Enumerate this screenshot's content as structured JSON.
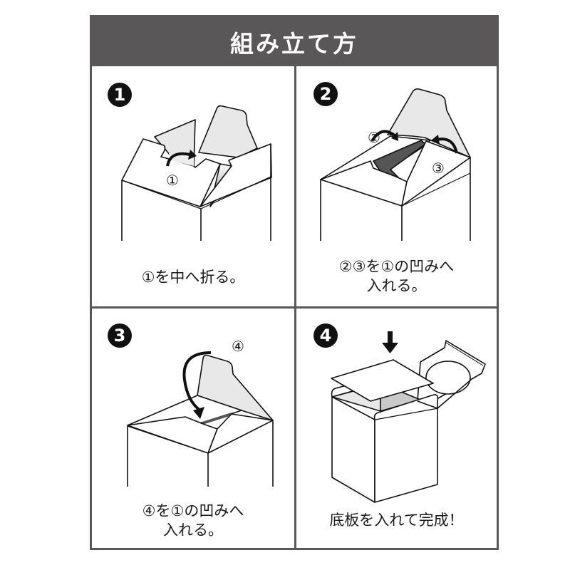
{
  "header": {
    "title": "組み立て方"
  },
  "colors": {
    "header_bg": "#595757",
    "header_text": "#ffffff",
    "grid_line": "#595757",
    "badge_bg": "#111111",
    "flap_fill": "#e8e8e8",
    "slot_fill": "#555555"
  },
  "steps": [
    {
      "number": "1",
      "badge_icon": "circled-number-1-icon",
      "labels": [
        "①"
      ],
      "caption": "①を中へ折る。"
    },
    {
      "number": "2",
      "badge_icon": "circled-number-2-icon",
      "labels": [
        "②",
        "③"
      ],
      "caption": "②③を①の凹みへ\n入れる。"
    },
    {
      "number": "3",
      "badge_icon": "circled-number-3-icon",
      "labels": [
        "④"
      ],
      "caption": "④を①の凹みへ\n入れる。"
    },
    {
      "number": "4",
      "badge_icon": "circled-number-4-icon",
      "labels": [],
      "caption": "底板を入れて完成！"
    }
  ]
}
